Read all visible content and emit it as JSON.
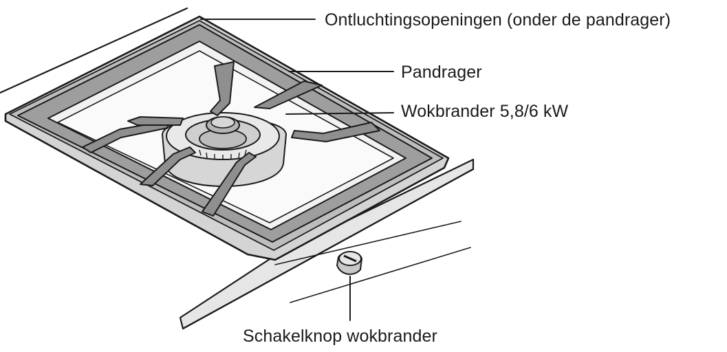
{
  "labels": {
    "vents": "Ontluchtingsopeningen (onder de pandrager)",
    "pan_support": "Pandrager",
    "wok_burner": "Wokbrander 5,8/6 kW",
    "control_knob": "Schakelknop wokbrander"
  },
  "colors": {
    "line": "#1a1a1a",
    "fill_light": "#f4f4f4",
    "fill_mid": "#d9d9d9",
    "fill_dark": "#a8a8a8",
    "background": "#ffffff"
  }
}
